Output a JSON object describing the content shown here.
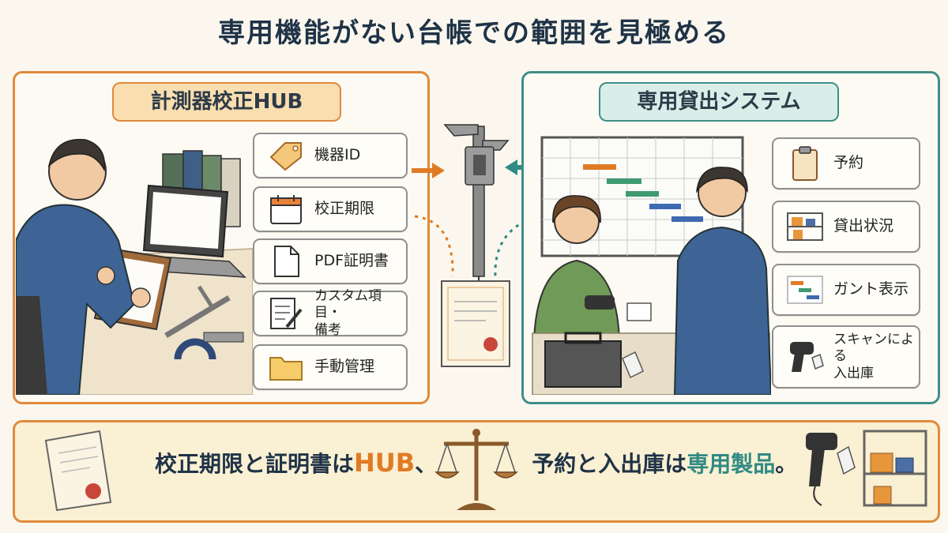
{
  "title": "専用機能がない台帳での範囲を見極める",
  "left_panel": {
    "label": "計測器校正HUB",
    "items": [
      {
        "label": "機器ID",
        "icon": "tag-icon"
      },
      {
        "label": "校正期限",
        "icon": "calendar-icon"
      },
      {
        "label": "PDF証明書",
        "icon": "document-icon"
      },
      {
        "label_line1": "カスタム項目・",
        "label_line2": "備考",
        "icon": "notes-pen-icon"
      },
      {
        "label": "手動管理",
        "icon": "folder-icon"
      }
    ]
  },
  "right_panel": {
    "label": "専用貸出システム",
    "items": [
      {
        "label": "予約",
        "icon": "clipboard-icon"
      },
      {
        "label": "貸出状況",
        "icon": "shelf-icon"
      },
      {
        "label": "ガント表示",
        "icon": "gantt-icon"
      },
      {
        "label_line1": "スキャンによる",
        "label_line2": "入出庫",
        "icon": "barcode-scanner-icon"
      }
    ]
  },
  "bottom": {
    "part1": "校正期限と証明書は",
    "hub": "HUB",
    "part2": "、",
    "part3": "予約と入出庫は",
    "product": "専用製品",
    "part4": "。"
  },
  "colors": {
    "orange": "#e08a3c",
    "teal": "#3f8f88",
    "navy": "#1f3347"
  }
}
